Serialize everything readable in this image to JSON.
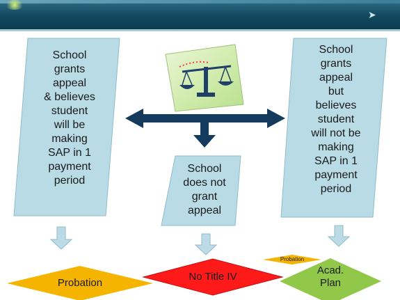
{
  "header": {
    "arrow_icon": "double-chevron-right-icon"
  },
  "boxes": {
    "left": {
      "lines": [
        "School",
        "grants",
        "appeal",
        "& believes",
        "student",
        "will be",
        "making",
        "SAP in 1",
        "payment",
        "period"
      ]
    },
    "middle": {
      "lines": [
        "School",
        "does not",
        "grant",
        "appeal"
      ]
    },
    "right": {
      "lines": [
        "School",
        "grants",
        "appeal",
        "but",
        "believes",
        "student",
        "will not be",
        "making",
        "SAP in 1",
        "payment",
        "period"
      ]
    }
  },
  "outcomes": {
    "probation": {
      "label": "Probation",
      "color": "#f5b400"
    },
    "no_title_iv": {
      "label": "No Title IV",
      "color": "#ff1a1a"
    },
    "acad_plan": {
      "lines": [
        "Acad.",
        "Plan"
      ],
      "color": "#92c84a"
    },
    "small_probation": {
      "label": "Probation",
      "color": "#f5b400"
    }
  },
  "colors": {
    "box_fill": "#b8dbe6",
    "box_stroke": "#8fbccb",
    "arrow_dark": "#143b5e",
    "down_arrow_fill": "#bcdbe6"
  }
}
